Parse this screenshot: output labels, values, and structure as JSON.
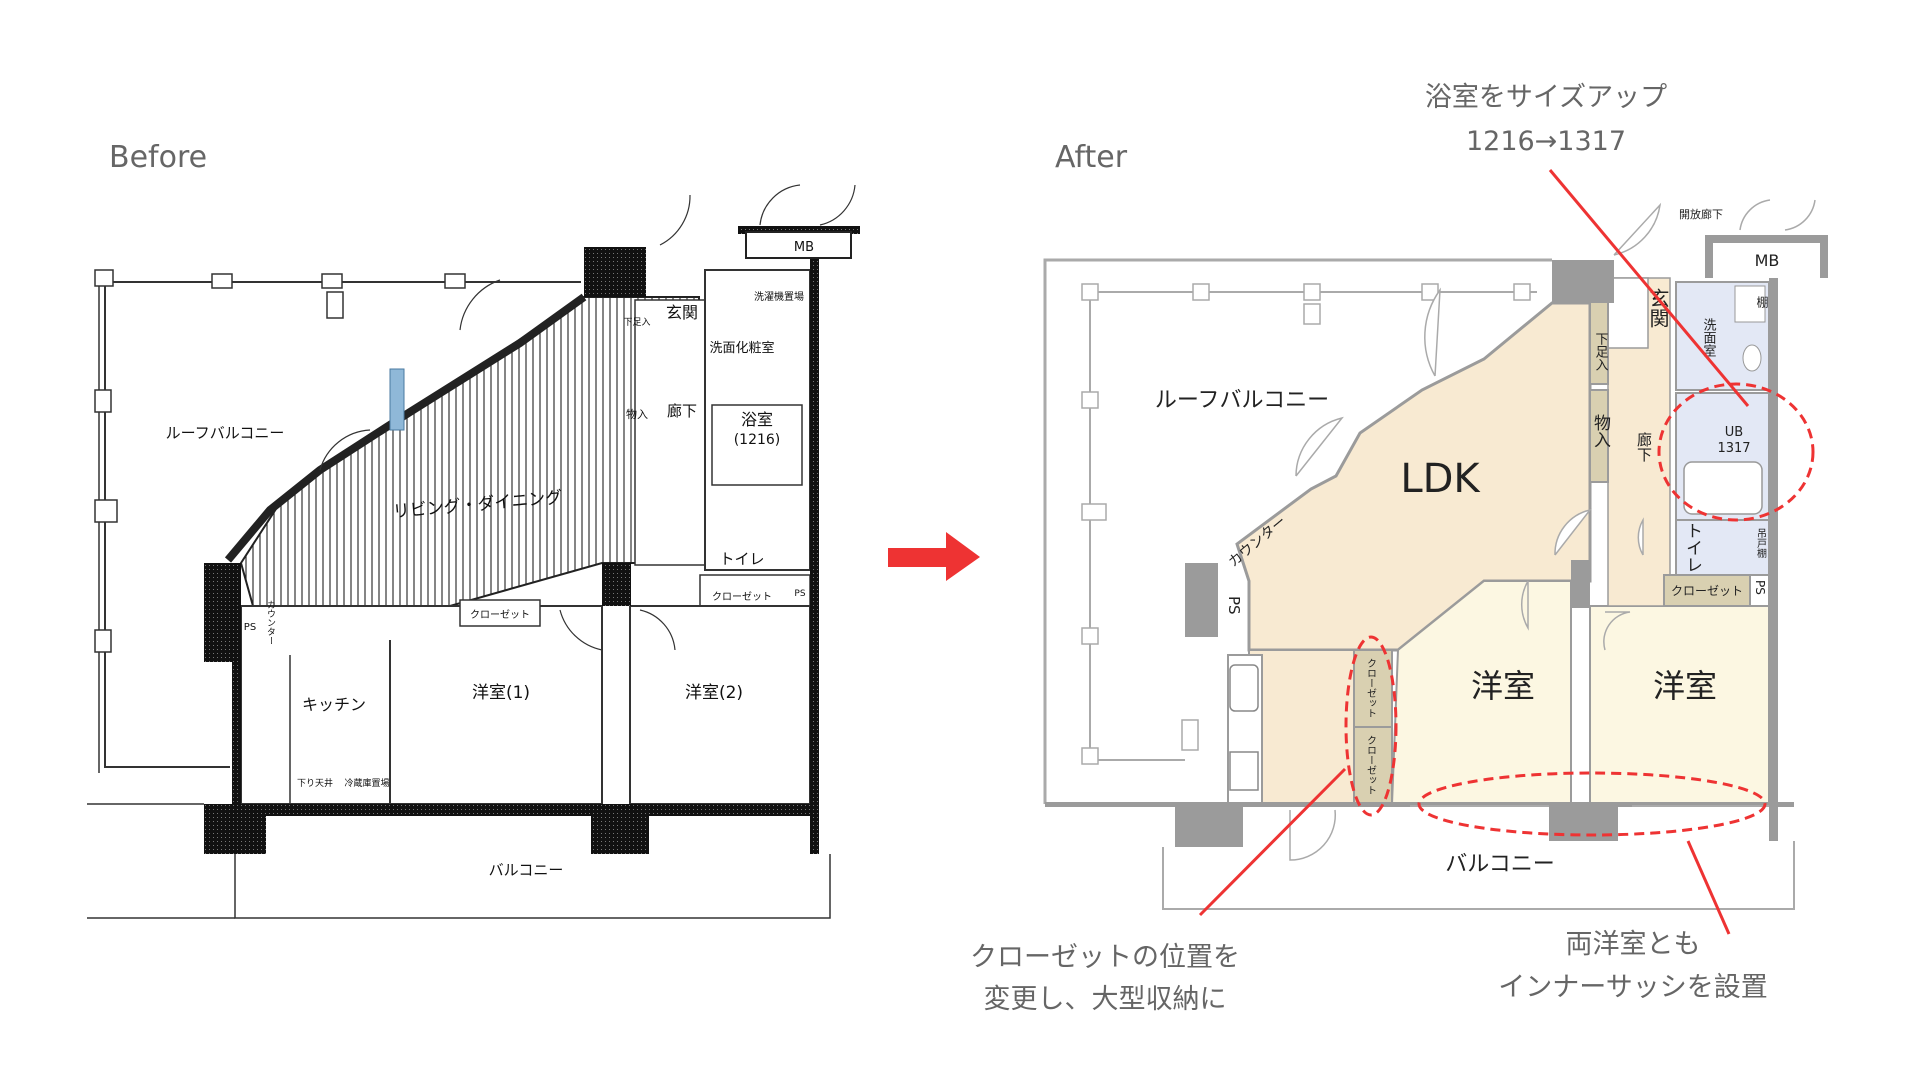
{
  "colors": {
    "accent_red": "#ee3333",
    "wall_gray": "#9b9b9b",
    "ldk_beige": "#f8ead2",
    "room_cream": "#fcf7e2",
    "storage_tan": "#d9d0b1",
    "wet_blue": "#e3e8f5"
  },
  "headings": {
    "before": "Before",
    "after": "After"
  },
  "annotations": {
    "bath_title": "浴室をサイズアップ",
    "bath_sizes": "1216→1317",
    "closet_line1": "クローゼットの位置を",
    "closet_line2": "変更し、大型収納に",
    "sash_line1": "両洋室とも",
    "sash_line2": "インナーサッシを設置"
  },
  "before_plan": {
    "roof_balcony": "ルーフバルコニー",
    "living": "リビング・ダイニング",
    "entrance": "玄関",
    "washroom": "洗面化粧室",
    "washer": "洗濯機置場",
    "hallway": "廊下",
    "storage": "物入",
    "shoe": "下足入",
    "bath": "浴室",
    "bath_size": "(1216)",
    "toilet": "トイレ",
    "closet_1": "クローゼット",
    "closet_2": "クローゼット",
    "ps_1": "PS",
    "ps_2": "PS",
    "kitchen": "キッチン",
    "room_1": "洋室(1)",
    "room_2": "洋室(2)",
    "balcony": "バルコニー",
    "fridge": "冷蔵庫置場",
    "ceiling": "下り天井",
    "counter": "カウンター",
    "mb": "MB"
  },
  "after_plan": {
    "open_corridor": "開放廊下",
    "mb": "MB",
    "roof_balcony": "ルーフバルコニー",
    "ldk": "LDK",
    "room_1": "洋室",
    "room_2": "洋室",
    "balcony": "バルコニー",
    "entrance": "玄関",
    "shoe": "下足入",
    "storage": "物入",
    "hallway": "廊下",
    "washroom": "洗面室",
    "shelf": "棚",
    "ub": "UB",
    "ub_size": "1317",
    "toilet": "トイレ",
    "hanging_shelf": "吊戸棚",
    "closet": "クローゼット",
    "ps_right": "PS",
    "ps_left": "PS",
    "counter": "カウンター",
    "closet_a": "クローゼット",
    "closet_b": "クローゼット"
  }
}
